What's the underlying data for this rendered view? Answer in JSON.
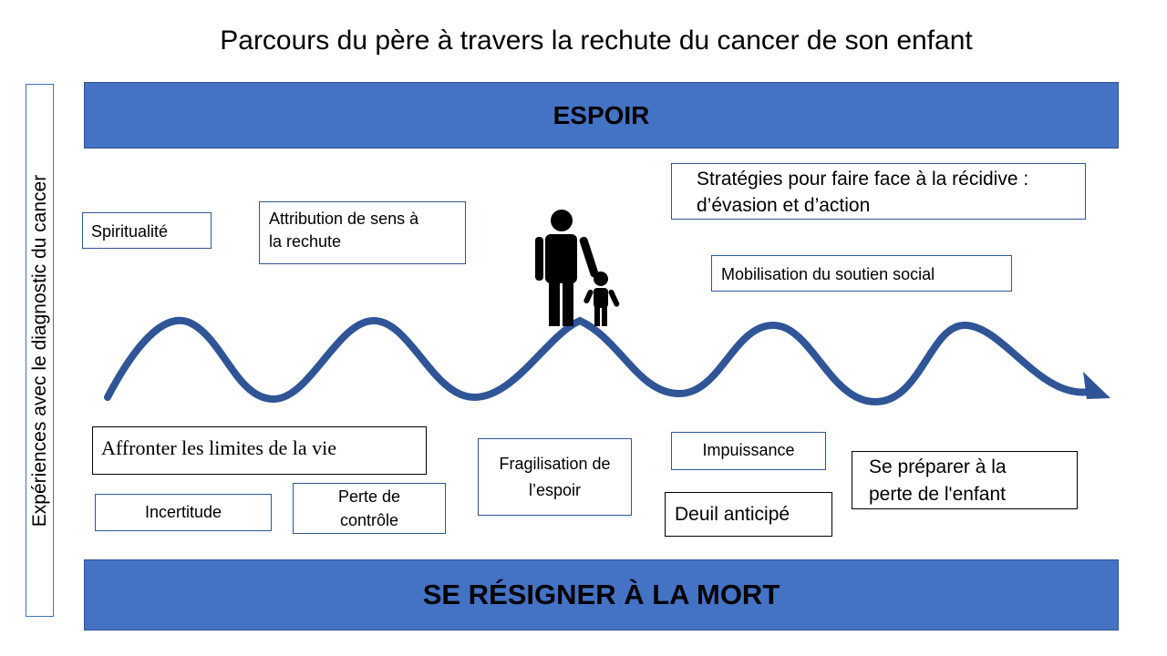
{
  "title": "Parcours du père à travers la rechute du cancer de son enfant",
  "side_label": "Expériences avec le diagnostic du cancer",
  "top_band": "ESPOIR",
  "bottom_band": "SE RÉSIGNER À LA MORT",
  "colors": {
    "band_fill": "#4472c4",
    "wave": "#2f5597",
    "figure": "#000000"
  },
  "icons": [
    "father-and-child-icon",
    "arrow-head-icon"
  ],
  "upper_boxes": {
    "spiritualite": "Spiritualité",
    "attribution_l1": "Attribution de sens à",
    "attribution_l2": "la rechute",
    "strategies_l1": "Stratégies pour faire face à la récidive :",
    "strategies_l2": "d’évasion et d’action",
    "mobilisation": "Mobilisation du soutien social"
  },
  "lower_boxes": {
    "affronter": "Affronter les limites de la vie",
    "incertitude": "Incertitude",
    "perte_l1": "Perte de",
    "perte_l2": "contrôle",
    "fragilisation_l1": "Fragilisation de",
    "fragilisation_l2": "l’espoir",
    "impuissance": "Impuissance",
    "deuil": "Deuil anticipé",
    "preparer_l1": "Se préparer à la",
    "preparer_l2": "perte de l'enfant"
  }
}
